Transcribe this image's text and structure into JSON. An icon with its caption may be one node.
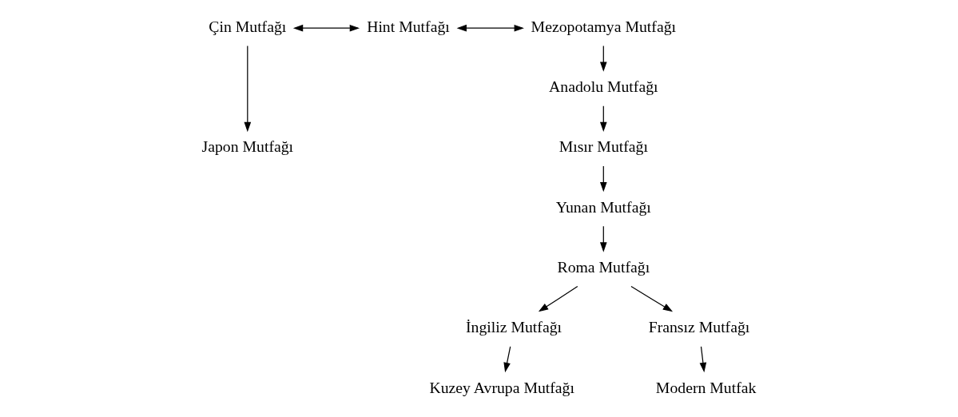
{
  "diagram": {
    "nodes": [
      {
        "text": [
          "Çin Mutfağı"
        ]
      },
      {
        "text": [
          "Hint Mutfağı"
        ]
      },
      {
        "text": [
          "Mezopotamya Mutfağı"
        ]
      },
      {
        "text": [
          "Anadolu Mutfağı"
        ]
      },
      {
        "text": [
          "Japon Mutfağı"
        ]
      },
      {
        "text": [
          "Mısır Mutfağı"
        ]
      },
      {
        "text": [
          "Yunan Mutfağı"
        ]
      },
      {
        "text": [
          "Roma Mutfağı"
        ]
      },
      {
        "text": [
          "İngiliz Mutfağı"
        ]
      },
      {
        "text": [
          "Fransız Mutfağı"
        ]
      },
      {
        "text": [
          "Kuzey Avrupa Mutfağı"
        ]
      },
      {
        "text": [
          "Modern Mutfak"
        ]
      }
    ],
    "edges": [
      {
        "from": 0,
        "to": 1,
        "arrow": "both"
      },
      {
        "from": 1,
        "to": 2,
        "arrow": "both"
      },
      {
        "from": 0,
        "to": 4,
        "arrow": "to"
      },
      {
        "from": 2,
        "to": 3,
        "arrow": "to"
      },
      {
        "from": 3,
        "to": 5,
        "arrow": "to"
      },
      {
        "from": 5,
        "to": 6,
        "arrow": "to"
      },
      {
        "from": 6,
        "to": 7,
        "arrow": "to"
      },
      {
        "from": 7,
        "to": 8,
        "arrow": "to"
      },
      {
        "from": 7,
        "to": 9,
        "arrow": "to"
      },
      {
        "from": 8,
        "to": 10,
        "arrow": "to"
      },
      {
        "from": 9,
        "to": 11,
        "arrow": "to"
      }
    ]
  }
}
